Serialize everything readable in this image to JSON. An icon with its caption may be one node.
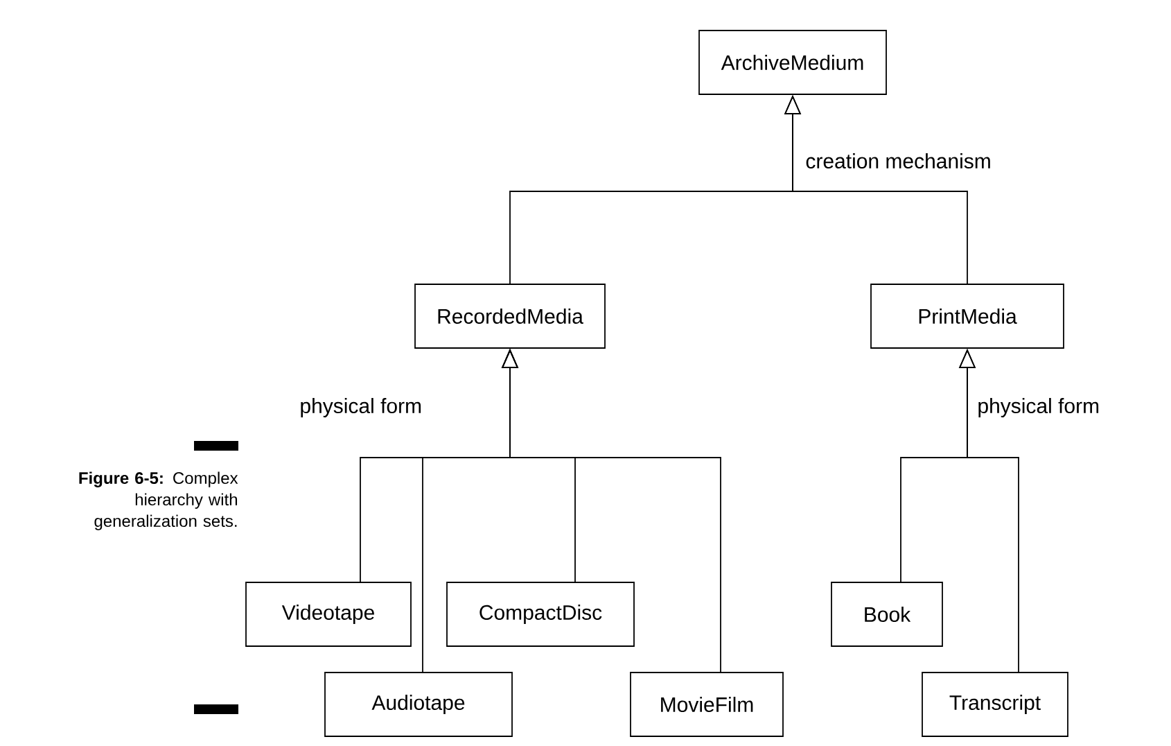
{
  "diagram": {
    "caption": "**Figure 6-5:** Complex hierarchy with generalization sets.",
    "nodes": [
      {
        "text": [
          "ArchiveMedium"
        ]
      },
      {
        "text": [
          "RecordedMedia"
        ]
      },
      {
        "text": [
          "PrintMedia"
        ]
      },
      {
        "text": [
          "Videotape"
        ]
      },
      {
        "text": [
          "Audiotape"
        ]
      },
      {
        "text": [
          "CompactDisc"
        ]
      },
      {
        "text": [
          "MovieFilm"
        ]
      },
      {
        "text": [
          "Book"
        ]
      },
      {
        "text": [
          "Transcript"
        ]
      }
    ],
    "edges": [
      {
        "from": 1,
        "to": 0,
        "arrow": "to"
      },
      {
        "from": 2,
        "to": 0,
        "arrow": "to"
      },
      {
        "from": 3,
        "to": 1,
        "arrow": "to"
      },
      {
        "from": 4,
        "to": 1,
        "arrow": "to"
      },
      {
        "from": 5,
        "to": 1,
        "arrow": "to"
      },
      {
        "from": 6,
        "to": 1,
        "arrow": "to"
      },
      {
        "from": 7,
        "to": 2,
        "arrow": "to"
      },
      {
        "from": 8,
        "to": 2,
        "arrow": "to"
      }
    ],
    "labels": [
      "creation mechanism",
      "physical form",
      "physical form"
    ]
  }
}
